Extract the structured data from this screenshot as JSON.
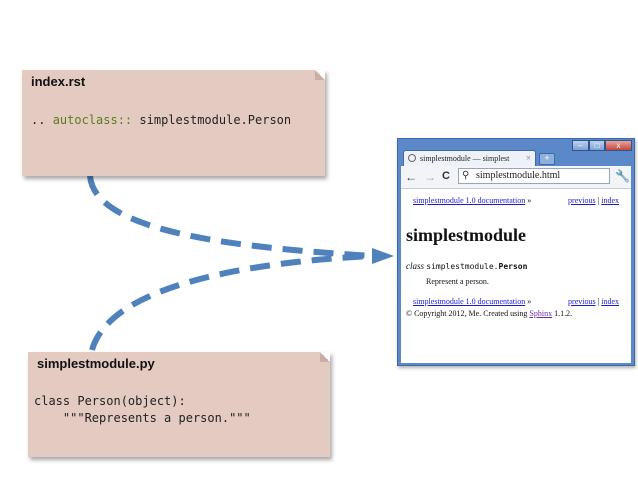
{
  "notes": {
    "rst": {
      "title": "index.rst",
      "code_prefix": ".. ",
      "code_keyword": "autoclass::",
      "code_rest": " simplestmodule.Person"
    },
    "py": {
      "title": "simplestmodule.py",
      "line1": "class Person(object):",
      "line2": "    \"\"\"Represents a person.\"\"\""
    }
  },
  "browser": {
    "tab_title": "simplestmodule — simplest",
    "tab_close": "×",
    "new_tab": "+",
    "window_buttons": {
      "minimize": "–",
      "maximize": "□",
      "close": "x"
    },
    "nav": {
      "back": "←",
      "forward": "→",
      "reload": "C",
      "wrench": "🔧"
    },
    "url": "simplestmodule.html",
    "relbar": {
      "home_link": "simplestmodule 1.0 documentation",
      "sep": "»",
      "previous": "previous",
      "pipe": "|",
      "index": "index"
    },
    "page_title": "simplestmodule",
    "signature": {
      "prefix": "class",
      "module": "simplestmodule.",
      "name": "Person"
    },
    "description": "Represent a person.",
    "footer": {
      "copyright": "© Copyright 2012, Me. Created using",
      "sphinx": "Sphinx",
      "version": "1.1.2."
    }
  },
  "colors": {
    "note_bg": "#e4cbc2",
    "arrow": "#4f81bd",
    "window_frame": "#5a88c8",
    "link": "#1a1ad2"
  }
}
